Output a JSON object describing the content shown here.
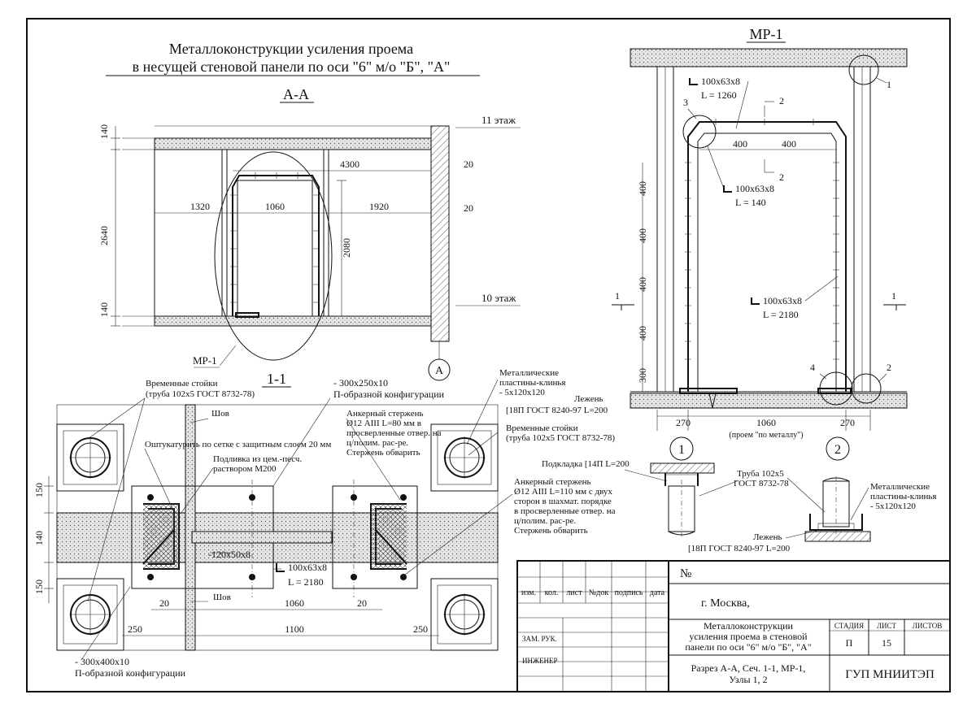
{
  "title": {
    "line1": "Металлоконструкции усиления проема",
    "line2": "в несущей стеновой панели по оси \"6\" м/о \"Б\", \"А\""
  },
  "section_aa": {
    "label": "А-А",
    "floor_upper": "11 этаж",
    "floor_lower": "10 этаж",
    "axis_mark": "А",
    "callout": "МР-1",
    "dims": {
      "d140_top": "140",
      "d2640": "2640",
      "d140_bot": "140",
      "d1320": "1320",
      "d1060": "1060",
      "d1920": "1920",
      "d4300": "4300",
      "d2080": "2080",
      "d20_a": "20",
      "d20_b": "20"
    }
  },
  "section_11": {
    "label": "1-1",
    "temp_posts_left": [
      "Временные стойки",
      "(труба 102x5 ГОСТ 8732-78)"
    ],
    "plate_top": [
      "- 300x250x10",
      "П-образной конфигурации"
    ],
    "plate_bottom": [
      "- 300x400x10",
      "П-образной конфигурации"
    ],
    "seam_1": "Шов",
    "seam_2": "Шов",
    "plaster": "Оштукатурить по сетке с защитным слоем 20 мм",
    "grout": [
      "Подливка из цем.-песч.",
      "раствором М200"
    ],
    "anchor_top": [
      "Анкерный стержень",
      "Ø12 АIII L=80 мм в",
      "просверленные отвер. на",
      "ц/полим. рас-ре.",
      "Стержень обварить"
    ],
    "anchor_bottom": [
      "Анкерный стержень",
      "Ø12 АIII L=110 мм с двух",
      "сторон в шахмат. порядке",
      "в просверленные отвер. на",
      "ц/полим. рас-ре.",
      "Стержень обварить"
    ],
    "wedges": [
      "Металлические",
      "пластины-клинья",
      "- 5x120x120"
    ],
    "beam": [
      "Лежень",
      "[18П ГОСТ 8240-97 L=200"
    ],
    "temp_posts_right": [
      "Временные стойки",
      "(труба 102x5 ГОСТ 8732-78)"
    ],
    "flat_bar": "-120x50x8",
    "angle": "100x63x8",
    "angle_len": "L = 2180",
    "dims": {
      "d150_top": "150",
      "d140": "140",
      "d150_bot": "150",
      "d20_l": "20",
      "d20_r": "20",
      "d1060": "1060",
      "d1100": "1100",
      "d250_l": "250",
      "d250_r": "250"
    }
  },
  "mp1": {
    "label": "МР-1",
    "angle_top": "100x63x8",
    "angle_top_len": "L = 1260",
    "angle_corner": "100x63x8",
    "angle_corner_len": "L = 140",
    "angle_side": "100x63x8",
    "angle_side_len": "L = 2180",
    "dim400_l": "400",
    "dim400_r": "400",
    "vdims": [
      "400",
      "400",
      "400",
      "400",
      "300"
    ],
    "cut1_l": "1",
    "cut1_r": "1",
    "cut2_top": "2",
    "cut2_bot": "2",
    "node1": "1",
    "node2": "2",
    "node3": "3",
    "node4": "4",
    "d270_l": "270",
    "d1060": "1060",
    "d270_r": "270",
    "opening_note": "(проем \"по металлу\")"
  },
  "nodes": {
    "n1": "1",
    "n2": "2",
    "pad": "Подкладка [14П L=200",
    "pipe": [
      "Труба 102x5",
      "ГОСТ 8732-78"
    ],
    "wedges": [
      "Металлические",
      "пластины-клинья",
      "- 5x120x120"
    ],
    "beam": [
      "Лежень",
      "[18П ГОСТ 8240-97 L=200"
    ]
  },
  "stamp": {
    "no_label": "№",
    "cols": [
      "изм.",
      "кол.",
      "лист",
      "№док",
      "подпись",
      "дата"
    ],
    "city": "г. Москва,",
    "role1": "ЗАМ. РУК.",
    "role2": "ИНЖЕНЕР",
    "desc": [
      "Металлоконструкции",
      "усиления проема в стеновой",
      "панели по оси \"6\" м/о \"Б\", \"А\""
    ],
    "stage_h": "СТАДИЯ",
    "sheet_h": "ЛИСТ",
    "sheets_h": "ЛИСТОВ",
    "stage": "П",
    "sheet": "15",
    "sheets": "",
    "section_desc": [
      "Разрез А-А, Сеч. 1-1, МР-1,",
      "Узлы 1, 2"
    ],
    "org": "ГУП МНИИТЭП"
  }
}
